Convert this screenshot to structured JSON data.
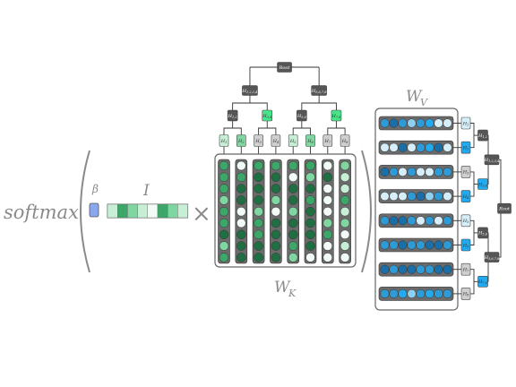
{
  "labels": {
    "softmax": "softmax",
    "beta": "β",
    "input": "I",
    "times": "×",
    "wk": "W",
    "wk_sub": "K",
    "wv": "W",
    "wv_sub": "V"
  },
  "colors": {
    "green_dark": "#1f6f43",
    "green_mid": "#3da76a",
    "green_light": "#7fd6a0",
    "green_pale": "#c7efd5",
    "green_white": "#f2fbf5",
    "green_bright": "#47e58a",
    "blue_dark": "#1a6fa8",
    "blue_mid": "#2e9ad6",
    "blue_bright": "#22aaee",
    "blue_light": "#8fd0f0",
    "blue_pale": "#d6eef9",
    "gray_node": "#555555",
    "beta_fill": "#8aa8f0"
  },
  "wk_tree": {
    "root": "Root",
    "level1": [
      "H1,2,3,4",
      "H5,6,7,8"
    ],
    "level2": [
      "H1,2",
      "H3,4",
      "H5,6",
      "H7,8"
    ],
    "leaves": [
      "H1",
      "H2",
      "H3",
      "H4",
      "H5",
      "H6",
      "H7",
      "H8"
    ]
  },
  "wv_tree": {
    "root": "Root",
    "level1": [
      "H1,2,3,4",
      "H5,6,7,8"
    ],
    "level2": [
      "H1,2",
      "H3,4",
      "H5,6",
      "H7,8"
    ],
    "leaves": [
      "H1",
      "H2",
      "H3",
      "H4",
      "H5",
      "H6",
      "H7",
      "H8"
    ]
  },
  "input_vector": [
    "green_pale",
    "green_mid",
    "green_light",
    "green_pale",
    "green_white",
    "green_mid",
    "green_light",
    "green_pale"
  ],
  "wk_columns": [
    [
      "green_mid",
      "green_mid",
      "green_mid",
      "green_light",
      "green_mid",
      "green_mid",
      "green_dark",
      "green_light",
      "green_mid"
    ],
    [
      "green_white",
      "green_mid",
      "green_dark",
      "green_dark",
      "green_white",
      "green_white",
      "green_dark",
      "green_dark",
      "green_dark"
    ],
    [
      "green_mid",
      "green_dark",
      "green_dark",
      "green_dark",
      "green_light",
      "green_mid",
      "green_mid",
      "green_dark",
      "green_dark"
    ],
    [
      "green_mid",
      "green_dark",
      "green_dark",
      "green_light",
      "green_white",
      "green_dark",
      "green_dark",
      "green_dark",
      "green_dark"
    ],
    [
      "green_mid",
      "green_white",
      "green_dark",
      "green_dark",
      "green_light",
      "green_dark",
      "green_dark",
      "green_mid",
      "green_light"
    ],
    [
      "green_mid",
      "green_light",
      "green_dark",
      "green_mid",
      "green_dark",
      "green_dark",
      "green_dark",
      "green_dark",
      "green_white"
    ],
    [
      "green_white",
      "green_dark",
      "green_white",
      "green_white",
      "green_white",
      "green_light",
      "green_mid",
      "green_white",
      "green_white"
    ],
    [
      "green_light",
      "green_pale",
      "green_pale",
      "green_mid",
      "green_pale",
      "green_light",
      "green_white",
      "green_pale",
      "green_white"
    ]
  ],
  "wv_rows": [
    [
      "blue_mid",
      "blue_dark",
      "blue_mid",
      "blue_light",
      "blue_mid",
      "blue_bright",
      "blue_pale",
      "blue_pale"
    ],
    [
      "blue_pale",
      "blue_pale",
      "blue_dark",
      "blue_pale",
      "blue_mid",
      "blue_bright",
      "blue_dark",
      "blue_pale"
    ],
    [
      "blue_dark",
      "blue_mid",
      "blue_pale",
      "blue_mid",
      "blue_pale",
      "blue_pale",
      "blue_mid",
      "blue_mid"
    ],
    [
      "blue_pale",
      "blue_pale",
      "blue_pale",
      "blue_mid",
      "blue_dark",
      "blue_light",
      "blue_mid",
      "blue_pale"
    ],
    [
      "blue_mid",
      "blue_dark",
      "blue_dark",
      "blue_mid",
      "blue_pale",
      "blue_mid",
      "blue_pale",
      "blue_mid"
    ],
    [
      "blue_mid",
      "blue_mid",
      "blue_dark",
      "blue_mid",
      "blue_mid",
      "blue_dark",
      "blue_dark",
      "blue_mid"
    ],
    [
      "blue_dark",
      "blue_mid",
      "blue_dark",
      "blue_dark",
      "blue_mid",
      "blue_mid",
      "blue_dark",
      "blue_dark"
    ],
    [
      "blue_mid",
      "blue_mid",
      "blue_bright",
      "blue_light",
      "blue_mid",
      "blue_bright",
      "blue_mid",
      "blue_mid"
    ]
  ],
  "wk_leaf_colors": [
    "green_pale",
    "green_light",
    "gray_pale",
    "gray_pale",
    "green_pale",
    "green_light",
    "gray_pale",
    "gray_pale"
  ],
  "wk_l2_colors": [
    "gray_node",
    "green_bright",
    "gray_node",
    "green_bright"
  ],
  "wv_leaf_colors": [
    "blue_pale",
    "blue_bright",
    "gray_pale",
    "blue_bright",
    "blue_pale",
    "blue_bright",
    "gray_pale",
    "gray_pale"
  ],
  "wv_l2_colors": [
    "gray_node",
    "blue_bright",
    "gray_node",
    "blue_bright"
  ]
}
